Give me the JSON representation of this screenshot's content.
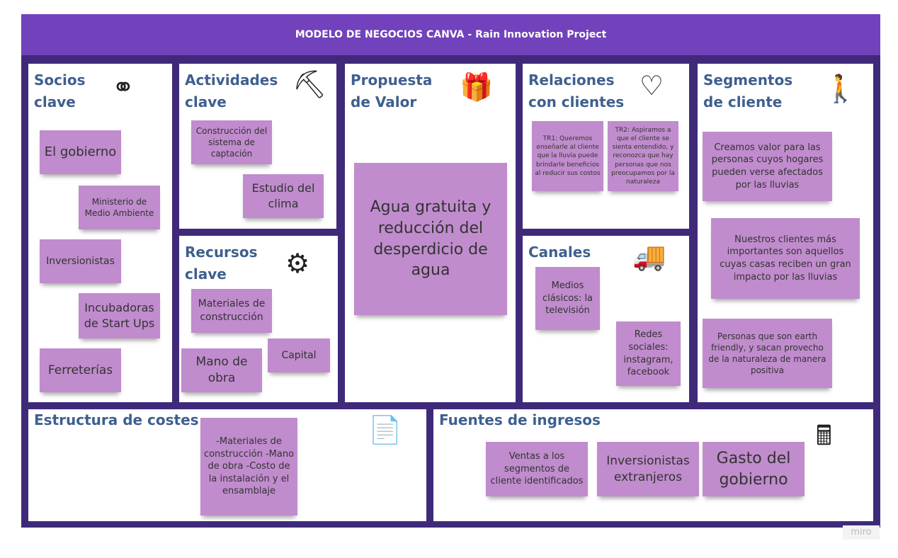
{
  "header": {
    "title": "MODELO DE NEGOCIOS CANVA - Rain Innovation Project"
  },
  "panels": {
    "socios": {
      "title": "Socios clave",
      "notes": [
        "El gobierno",
        "Ministerio de Medio Ambiente",
        "Inversionistas",
        "Incubadoras de Start Ups",
        "Ferreterías"
      ]
    },
    "actividades": {
      "title": "Actividades clave",
      "notes": [
        "Construcción del sistema de captación",
        "Estudio del clima"
      ]
    },
    "recursos": {
      "title": "Recursos clave",
      "notes": [
        "Materiales de construcción",
        "Mano de obra",
        "Capital"
      ]
    },
    "propuesta": {
      "title": "Propuesta de Valor",
      "notes": [
        "Agua gratuita y reducción del desperdicio de agua"
      ]
    },
    "relaciones": {
      "title": "Relaciones con clientes",
      "notes": [
        "TR1: Queremos enseñarle al cliente que la lluvia puede brindarle beneficios al reducir sus costos",
        "TR2: Aspiramos a que el cliente se sienta entendido, y reconozca que hay personas que nos preocupamos por la naturaleza"
      ]
    },
    "canales": {
      "title": "Canales",
      "notes": [
        "Medios clásicos: la televisión",
        "Redes sociales: instagram, facebook"
      ]
    },
    "segmentos": {
      "title": "Segmentos de cliente",
      "notes": [
        "Creamos valor para las personas cuyos hogares pueden verse afectados por las lluvias",
        "Nuestros clientes más importantes son aquellos cuyas casas reciben un gran impacto por las lluvias",
        "Personas que son earth friendly, y sacan provecho de la naturaleza de manera positiva"
      ]
    },
    "costes": {
      "title": "Estructura de costes",
      "notes": [
        "-Materiales de construcción -Mano de obra -Costo de la instalación y el ensamblaje"
      ]
    },
    "ingresos": {
      "title": "Fuentes de ingresos",
      "notes": [
        "Ventas a los segmentos de cliente identificados",
        "Inversionistas extranjeros",
        "Gasto del gobierno"
      ]
    }
  },
  "watermark": "miro"
}
